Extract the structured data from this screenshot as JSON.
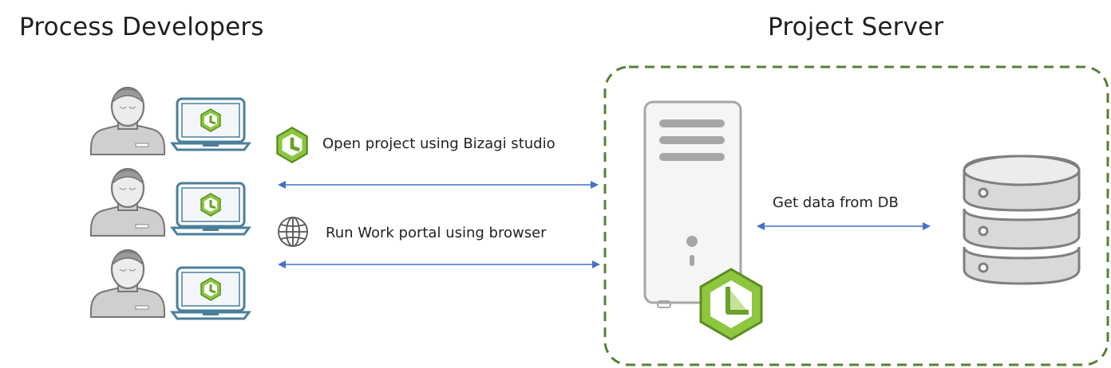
{
  "headings": {
    "left": "Process Developers",
    "right": "Project Server"
  },
  "connections": {
    "studio": "Open project using Bizagi studio",
    "portal": "Run Work portal using browser",
    "database": "Get data from DB"
  },
  "colors": {
    "dashed_border": "#548235",
    "arrow": "#4472c4",
    "bizagi_green": "#8dc63f",
    "laptop_blue": "#4a7f9a",
    "gray": "#9a9a9a"
  },
  "icons": {
    "developer": "person-icon",
    "laptop": "laptop-icon",
    "bizagi": "bizagi-logo-icon",
    "browser": "globe-icon",
    "server": "server-icon",
    "database": "database-icon"
  }
}
